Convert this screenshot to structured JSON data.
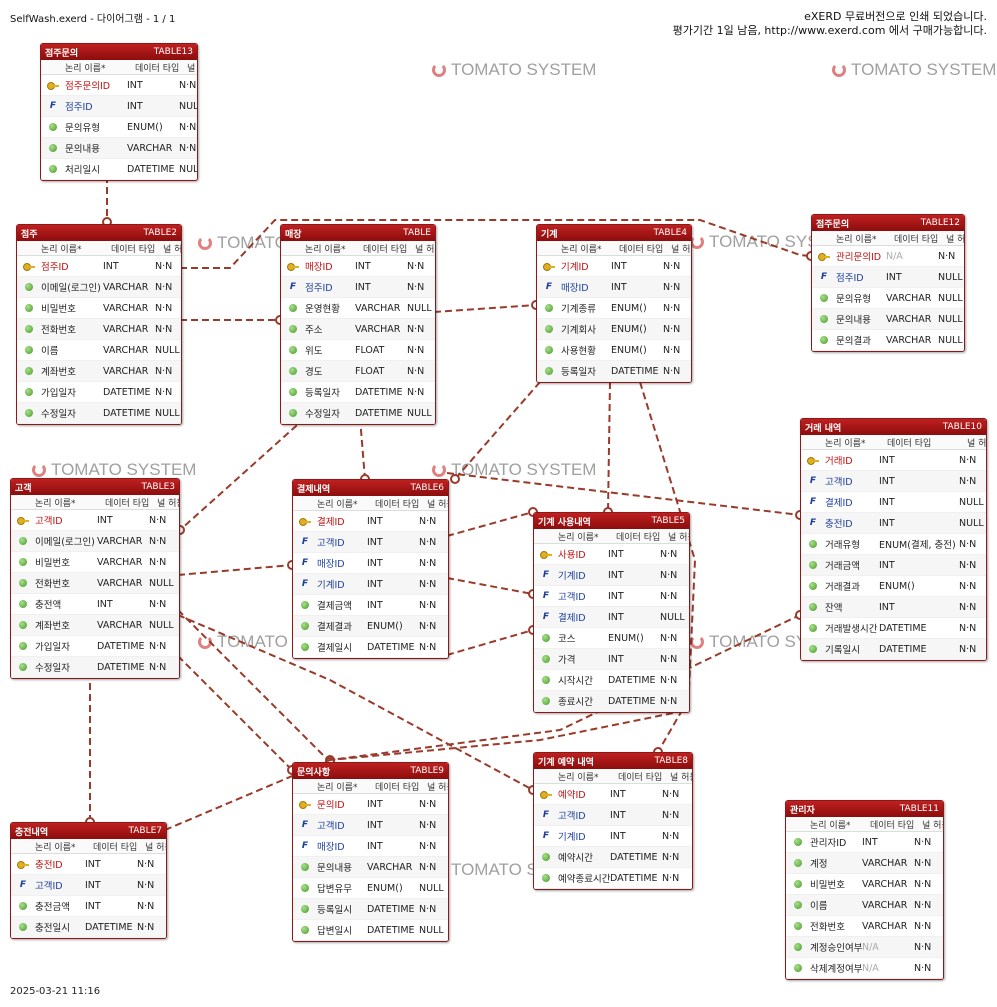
{
  "header": {
    "left": "SelfWash.exerd - 다이어그램 - 1 / 1",
    "right_line1": "eXERD 무료버전으로 인쇄 되었습니다.",
    "right_line2": "평가기간 1일 남음, http://www.exerd.com 에서 구매가능합니다."
  },
  "footer": {
    "timestamp": "2025-03-21 11:16"
  },
  "watermark": {
    "text": "TOMATO SYSTEM",
    "ring_color": "#e08080"
  },
  "colors": {
    "header": "#a01414",
    "relation": "#9a3a2a",
    "pk_text": "#c01010",
    "fk_text": "#1d3f9c"
  },
  "col_headers": {
    "logical": "논리 이름*",
    "type": "데이터 타입",
    "null": "널 허용"
  },
  "tables": [
    {
      "id": "t13",
      "title": "점주문의",
      "tag": "TABLE13",
      "rows": [
        {
          "k": "pk",
          "name": "점주문의ID",
          "type": "INT",
          "null": "N·N"
        },
        {
          "k": "fk",
          "name": "점주ID",
          "type": "INT",
          "null": "NULL"
        },
        {
          "k": "c",
          "name": "문의유형",
          "type": "ENUM()",
          "null": "N·N"
        },
        {
          "k": "c",
          "name": "문의내용",
          "type": "VARCHAR",
          "null": "N·N"
        },
        {
          "k": "c",
          "name": "처리일시",
          "type": "DATETIME",
          "null": "NULL"
        }
      ]
    },
    {
      "id": "t2",
      "title": "점주",
      "tag": "TABLE2",
      "rows": [
        {
          "k": "pk",
          "name": "점주ID",
          "type": "INT",
          "null": "N·N"
        },
        {
          "k": "c",
          "name": "이메일(로그인)",
          "type": "VARCHAR",
          "null": "N·N"
        },
        {
          "k": "c",
          "name": "비밀번호",
          "type": "VARCHAR",
          "null": "N·N"
        },
        {
          "k": "c",
          "name": "전화번호",
          "type": "VARCHAR",
          "null": "N·N"
        },
        {
          "k": "c",
          "name": "이름",
          "type": "VARCHAR",
          "null": "NULL"
        },
        {
          "k": "c",
          "name": "계좌번호",
          "type": "VARCHAR",
          "null": "N·N"
        },
        {
          "k": "c",
          "name": "가입일자",
          "type": "DATETIME",
          "null": "N·N"
        },
        {
          "k": "c",
          "name": "수정일자",
          "type": "DATETIME",
          "null": "NULL"
        }
      ]
    },
    {
      "id": "t1",
      "title": "매장",
      "tag": "TABLE",
      "rows": [
        {
          "k": "pk",
          "name": "매장ID",
          "type": "INT",
          "null": "N·N"
        },
        {
          "k": "fk",
          "name": "점주ID",
          "type": "INT",
          "null": "N·N"
        },
        {
          "k": "c",
          "name": "운영현황",
          "type": "VARCHAR",
          "null": "NULL"
        },
        {
          "k": "c",
          "name": "주소",
          "type": "VARCHAR",
          "null": "N·N"
        },
        {
          "k": "c",
          "name": "위도",
          "type": "FLOAT",
          "null": "N·N"
        },
        {
          "k": "c",
          "name": "경도",
          "type": "FLOAT",
          "null": "N·N"
        },
        {
          "k": "c",
          "name": "등록일자",
          "type": "DATETIME",
          "null": "N·N"
        },
        {
          "k": "c",
          "name": "수정일자",
          "type": "DATETIME",
          "null": "NULL"
        }
      ]
    },
    {
      "id": "t4",
      "title": "기계",
      "tag": "TABLE4",
      "rows": [
        {
          "k": "pk",
          "name": "기계ID",
          "type": "INT",
          "null": "N·N"
        },
        {
          "k": "fk",
          "name": "매장ID",
          "type": "INT",
          "null": "N·N"
        },
        {
          "k": "c",
          "name": "기계종류",
          "type": "ENUM()",
          "null": "N·N"
        },
        {
          "k": "c",
          "name": "기계회사",
          "type": "ENUM()",
          "null": "N·N"
        },
        {
          "k": "c",
          "name": "사용현황",
          "type": "ENUM()",
          "null": "N·N"
        },
        {
          "k": "c",
          "name": "등록일자",
          "type": "DATETIME",
          "null": "N·N"
        }
      ]
    },
    {
      "id": "t12",
      "title": "점주문의",
      "tag": "TABLE12",
      "rows": [
        {
          "k": "pk",
          "name": "관리문의ID",
          "type": "N/A",
          "null": "N·N",
          "mutedType": true
        },
        {
          "k": "fk",
          "name": "점주ID",
          "type": "INT",
          "null": "NULL"
        },
        {
          "k": "c",
          "name": "문의유형",
          "type": "VARCHAR",
          "null": "NULL"
        },
        {
          "k": "c",
          "name": "문의내용",
          "type": "VARCHAR",
          "null": "NULL"
        },
        {
          "k": "c",
          "name": "문의결과",
          "type": "VARCHAR",
          "null": "NULL"
        }
      ]
    },
    {
      "id": "t10",
      "title": "거래 내역",
      "tag": "TABLE10",
      "rows": [
        {
          "k": "pk",
          "name": "거래ID",
          "type": "INT",
          "null": "N·N"
        },
        {
          "k": "fk",
          "name": "고객ID",
          "type": "INT",
          "null": "N·N"
        },
        {
          "k": "fk",
          "name": "결제ID",
          "type": "INT",
          "null": "NULL"
        },
        {
          "k": "fk",
          "name": "충전ID",
          "type": "INT",
          "null": "NULL"
        },
        {
          "k": "c",
          "name": "거래유형",
          "type": "ENUM(결제, 충전)",
          "null": "N·N"
        },
        {
          "k": "c",
          "name": "거래금액",
          "type": "INT",
          "null": "N·N"
        },
        {
          "k": "c",
          "name": "거래결과",
          "type": "ENUM()",
          "null": "N·N"
        },
        {
          "k": "c",
          "name": "잔액",
          "type": "INT",
          "null": "N·N"
        },
        {
          "k": "c",
          "name": "거래발생시간",
          "type": "DATETIME",
          "null": "N·N"
        },
        {
          "k": "c",
          "name": "기록일시",
          "type": "DATETIME",
          "null": "N·N"
        }
      ]
    },
    {
      "id": "t3",
      "title": "고객",
      "tag": "TABLE3",
      "rows": [
        {
          "k": "pk",
          "name": "고객ID",
          "type": "INT",
          "null": "N·N"
        },
        {
          "k": "c",
          "name": "이메일(로그인)",
          "type": "VARCHAR",
          "null": "N·N"
        },
        {
          "k": "c",
          "name": "비밀번호",
          "type": "VARCHAR",
          "null": "N·N"
        },
        {
          "k": "c",
          "name": "전화번호",
          "type": "VARCHAR",
          "null": "NULL"
        },
        {
          "k": "c",
          "name": "충전액",
          "type": "INT",
          "null": "N·N"
        },
        {
          "k": "c",
          "name": "계좌번호",
          "type": "VARCHAR",
          "null": "NULL"
        },
        {
          "k": "c",
          "name": "가입일자",
          "type": "DATETIME",
          "null": "N·N"
        },
        {
          "k": "c",
          "name": "수정일자",
          "type": "DATETIME",
          "null": "N·N"
        }
      ]
    },
    {
      "id": "t6",
      "title": "결제내역",
      "tag": "TABLE6",
      "rows": [
        {
          "k": "pk",
          "name": "결제ID",
          "type": "INT",
          "null": "N·N"
        },
        {
          "k": "fk",
          "name": "고객ID",
          "type": "INT",
          "null": "N·N"
        },
        {
          "k": "fk",
          "name": "매장ID",
          "type": "INT",
          "null": "N·N"
        },
        {
          "k": "fk",
          "name": "기계ID",
          "type": "INT",
          "null": "N·N"
        },
        {
          "k": "c",
          "name": "결제금액",
          "type": "INT",
          "null": "N·N"
        },
        {
          "k": "c",
          "name": "결제결과",
          "type": "ENUM()",
          "null": "N·N"
        },
        {
          "k": "c",
          "name": "결제일시",
          "type": "DATETIME",
          "null": "N·N"
        }
      ]
    },
    {
      "id": "t5",
      "title": "기계 사용내역",
      "tag": "TABLE5",
      "rows": [
        {
          "k": "pk",
          "name": "사용ID",
          "type": "INT",
          "null": "N·N"
        },
        {
          "k": "fk",
          "name": "기계ID",
          "type": "INT",
          "null": "N·N"
        },
        {
          "k": "fk",
          "name": "고객ID",
          "type": "INT",
          "null": "N·N"
        },
        {
          "k": "fk",
          "name": "결제ID",
          "type": "INT",
          "null": "NULL"
        },
        {
          "k": "c",
          "name": "코스",
          "type": "ENUM()",
          "null": "N·N"
        },
        {
          "k": "c",
          "name": "가격",
          "type": "INT",
          "null": "N·N"
        },
        {
          "k": "c",
          "name": "시작시간",
          "type": "DATETIME",
          "null": "N·N"
        },
        {
          "k": "c",
          "name": "종료시간",
          "type": "DATETIME",
          "null": "N·N"
        }
      ]
    },
    {
      "id": "t9",
      "title": "문의사항",
      "tag": "TABLE9",
      "rows": [
        {
          "k": "pk",
          "name": "문의ID",
          "type": "INT",
          "null": "N·N"
        },
        {
          "k": "fk",
          "name": "고객ID",
          "type": "INT",
          "null": "N·N"
        },
        {
          "k": "fk",
          "name": "매장ID",
          "type": "INT",
          "null": "N·N"
        },
        {
          "k": "c",
          "name": "문의내용",
          "type": "VARCHAR",
          "null": "N·N"
        },
        {
          "k": "c",
          "name": "답변유무",
          "type": "ENUM()",
          "null": "NULL"
        },
        {
          "k": "c",
          "name": "등록일시",
          "type": "DATETIME",
          "null": "N·N"
        },
        {
          "k": "c",
          "name": "답변일시",
          "type": "DATETIME",
          "null": "NULL"
        }
      ]
    },
    {
      "id": "t8",
      "title": "기계 예약 내역",
      "tag": "TABLE8",
      "rows": [
        {
          "k": "pk",
          "name": "예약ID",
          "type": "INT",
          "null": "N·N"
        },
        {
          "k": "fk",
          "name": "고객ID",
          "type": "INT",
          "null": "N·N"
        },
        {
          "k": "fk",
          "name": "기계ID",
          "type": "INT",
          "null": "N·N"
        },
        {
          "k": "c",
          "name": "예약시간",
          "type": "DATETIME",
          "null": "N·N"
        },
        {
          "k": "c",
          "name": "예약종료시간",
          "type": "DATETIME",
          "null": "N·N"
        }
      ]
    },
    {
      "id": "t7",
      "title": "충전내역",
      "tag": "TABLE7",
      "rows": [
        {
          "k": "pk",
          "name": "충전ID",
          "type": "INT",
          "null": "N·N"
        },
        {
          "k": "fk",
          "name": "고객ID",
          "type": "INT",
          "null": "N·N"
        },
        {
          "k": "c",
          "name": "충전금액",
          "type": "INT",
          "null": "N·N"
        },
        {
          "k": "c",
          "name": "충전일시",
          "type": "DATETIME",
          "null": "N·N"
        }
      ]
    },
    {
      "id": "t11",
      "title": "관리자",
      "tag": "TABLE11",
      "rows": [
        {
          "k": "c",
          "name": "관리자ID",
          "type": "INT",
          "null": "N·N"
        },
        {
          "k": "c",
          "name": "계정",
          "type": "VARCHAR",
          "null": "N·N"
        },
        {
          "k": "c",
          "name": "비밀번호",
          "type": "VARCHAR",
          "null": "N·N"
        },
        {
          "k": "c",
          "name": "이름",
          "type": "VARCHAR",
          "null": "N·N"
        },
        {
          "k": "c",
          "name": "전화번호",
          "type": "VARCHAR",
          "null": "N·N"
        },
        {
          "k": "c",
          "name": "계정승인여부",
          "type": "N/A",
          "null": "N·N",
          "mutedType": true
        },
        {
          "k": "c",
          "name": "삭제계정여부",
          "type": "N/A",
          "null": "N·N",
          "mutedType": true
        }
      ]
    }
  ]
}
